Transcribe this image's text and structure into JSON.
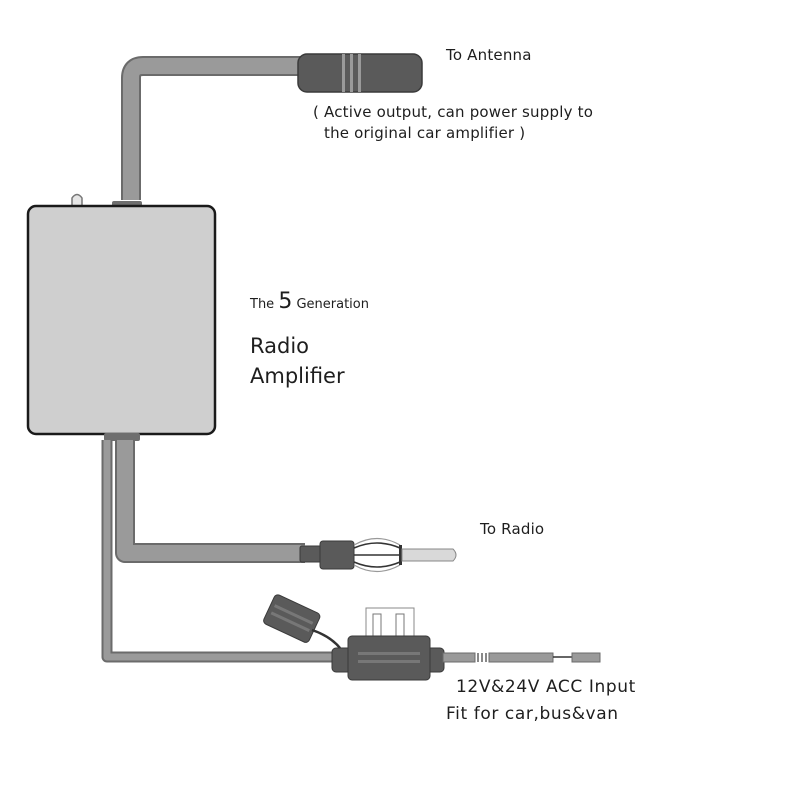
{
  "labels": {
    "antenna_title": "To Antenna",
    "antenna_note_line1": "( Active output, can power supply to",
    "antenna_note_line2": "the original car amplifier )",
    "generation_prefix": "The",
    "generation_number": "5",
    "generation_suffix": "Generation",
    "product_line1": "Radio",
    "product_line2": "Amplifier",
    "radio_title": "To Radio",
    "power_line1": "12V&24V  ACC   Input",
    "power_line2": "Fit for car,bus&van"
  },
  "colors": {
    "cable": "#9a9a9a",
    "cable_outline": "#6b6b6b",
    "box_fill": "#cfcfcf",
    "box_outline": "#1a1a1a",
    "connector_dark": "#5a5a5a",
    "plug_light": "#d9d9d9"
  }
}
